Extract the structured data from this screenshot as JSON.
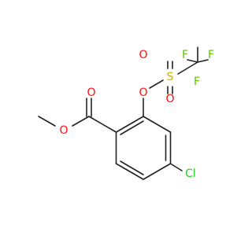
{
  "colors": {
    "background": "#ffffff",
    "bond": "#222222",
    "carbon": "#222222",
    "oxygen": "#ff0d0d",
    "sulfur": "#c8b400",
    "fluorine": "#5ec400",
    "chlorine": "#1fd01f"
  },
  "atoms": {
    "ester_carbonyl_o": "O",
    "ester_single_o": "O",
    "ether_o": "O",
    "sulfonyl_s": "S",
    "sulfonyl_o_top": "O",
    "sulfonyl_o_bottom": "O",
    "fluorine_top": "F",
    "fluorine_right": "F",
    "fluorine_left": "F",
    "chlorine": "Cl"
  }
}
